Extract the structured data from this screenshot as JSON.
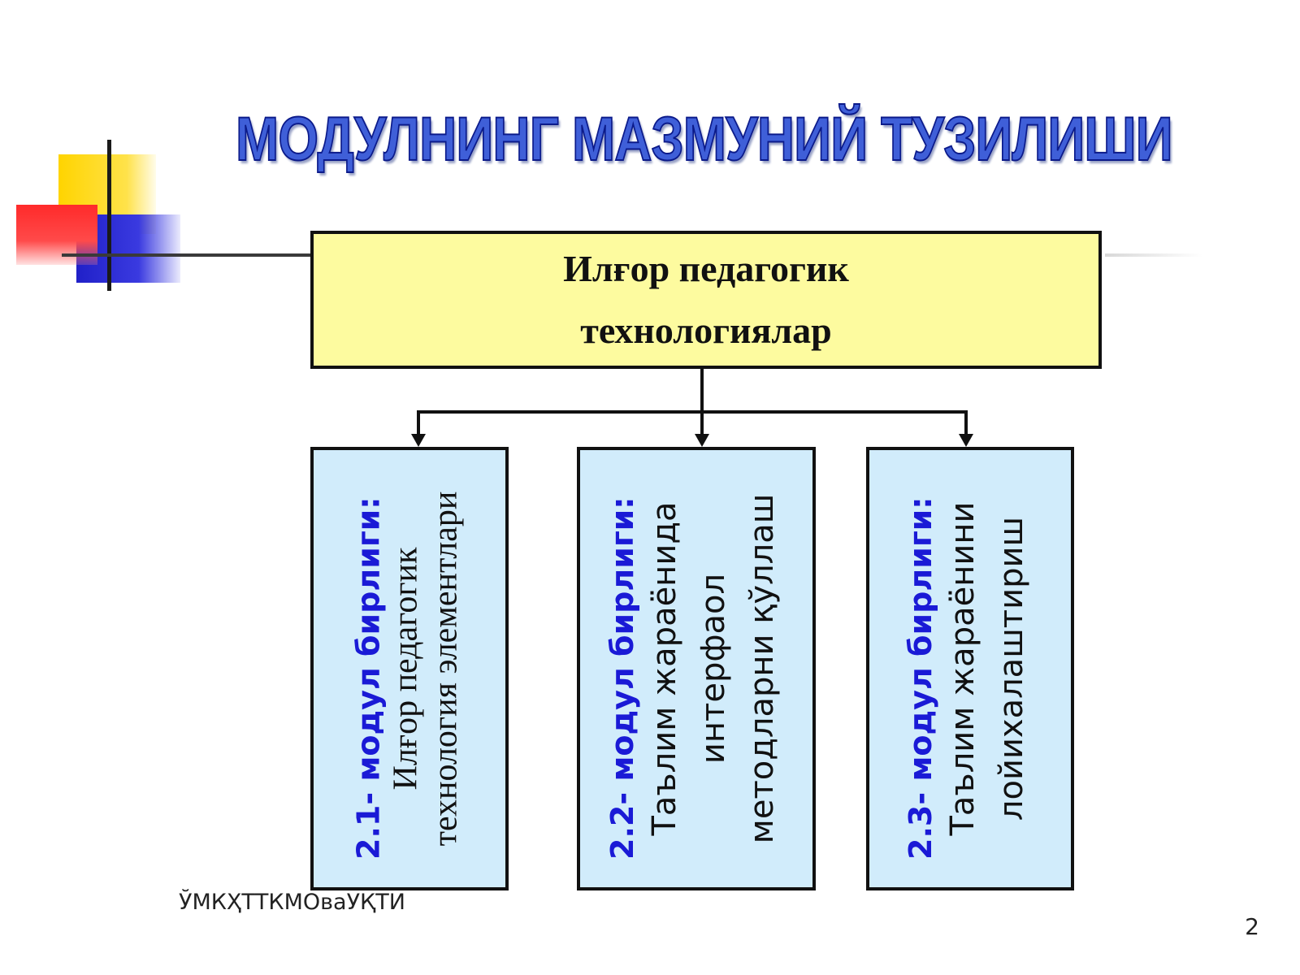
{
  "slide": {
    "title": "МОДУЛНИНГ МАЗМУНИЙ ТУЗИЛИШИ",
    "root": {
      "line1": "Илғор педагогик",
      "line2": "технологиялар"
    },
    "modules": [
      {
        "heading": "2.1- модул бирлиги:",
        "body": "Илғор  педагогик технология элементлари"
      },
      {
        "heading": "2.2- модул бирлиги:",
        "body": "Таълим жараёнида интерфаол методларни қўллаш"
      },
      {
        "heading": "2.3- модул бирлиги:",
        "body": "Таълим жараёнини лойихалаштириш"
      }
    ],
    "footer": "ЎМКҲТТКМОваУҚТИ",
    "page_number": "2"
  },
  "colors": {
    "title": "#3f5fd8",
    "root_fill": "#fdfb9f",
    "module_fill": "#d1ecfb",
    "module_heading": "#1a1ad6"
  }
}
